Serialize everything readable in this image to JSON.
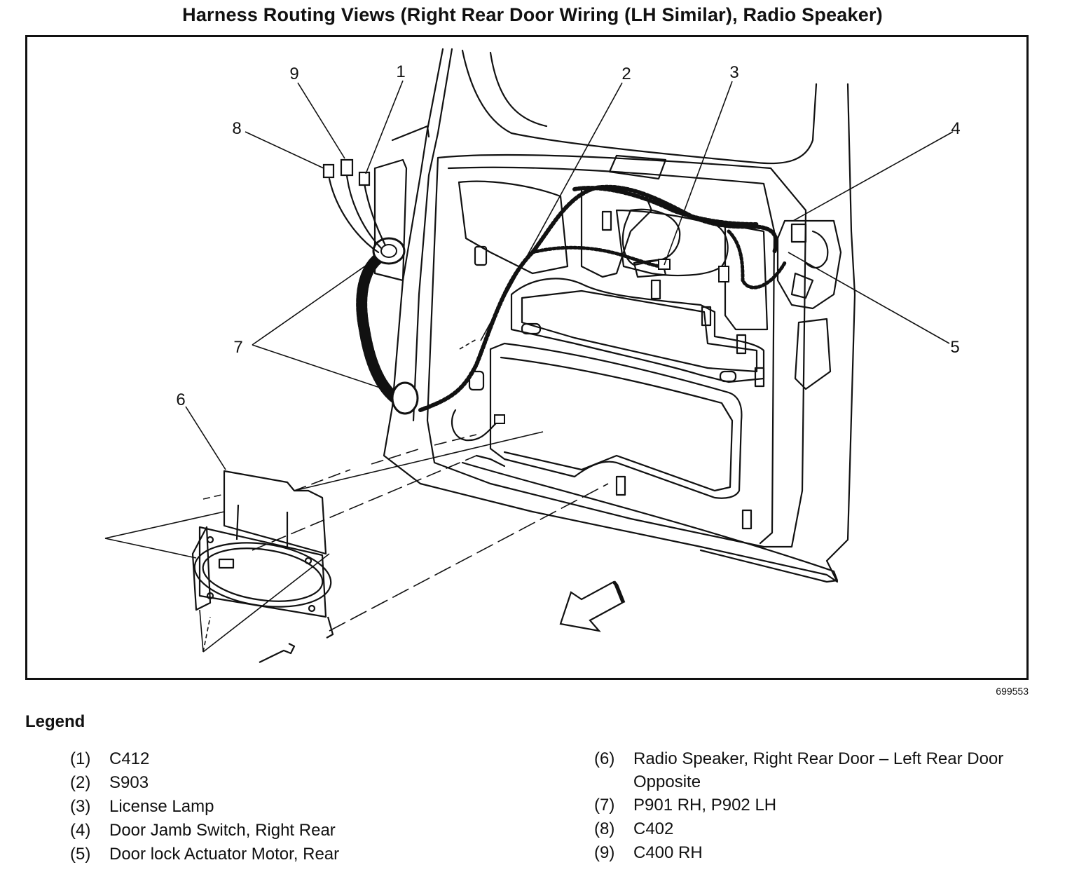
{
  "title": "Harness Routing Views (Right Rear Door Wiring (LH Similar), Radio Speaker)",
  "figure_id": "699553",
  "callouts": [
    "1",
    "2",
    "3",
    "4",
    "5",
    "6",
    "7",
    "8",
    "9"
  ],
  "legend": {
    "title": "Legend",
    "items": [
      {
        "num": "(1)",
        "text": "C412"
      },
      {
        "num": "(2)",
        "text": "S903"
      },
      {
        "num": "(3)",
        "text": "License Lamp"
      },
      {
        "num": "(4)",
        "text": "Door Jamb Switch, Right Rear"
      },
      {
        "num": "(5)",
        "text": "Door lock Actuator Motor, Rear"
      },
      {
        "num": "(6)",
        "text": "Radio Speaker, Right Rear Door – Left Rear Door Opposite"
      },
      {
        "num": "(7)",
        "text": "P901 RH, P902 LH"
      },
      {
        "num": "(8)",
        "text": "C402"
      },
      {
        "num": "(9)",
        "text": "C400 RH"
      }
    ]
  }
}
